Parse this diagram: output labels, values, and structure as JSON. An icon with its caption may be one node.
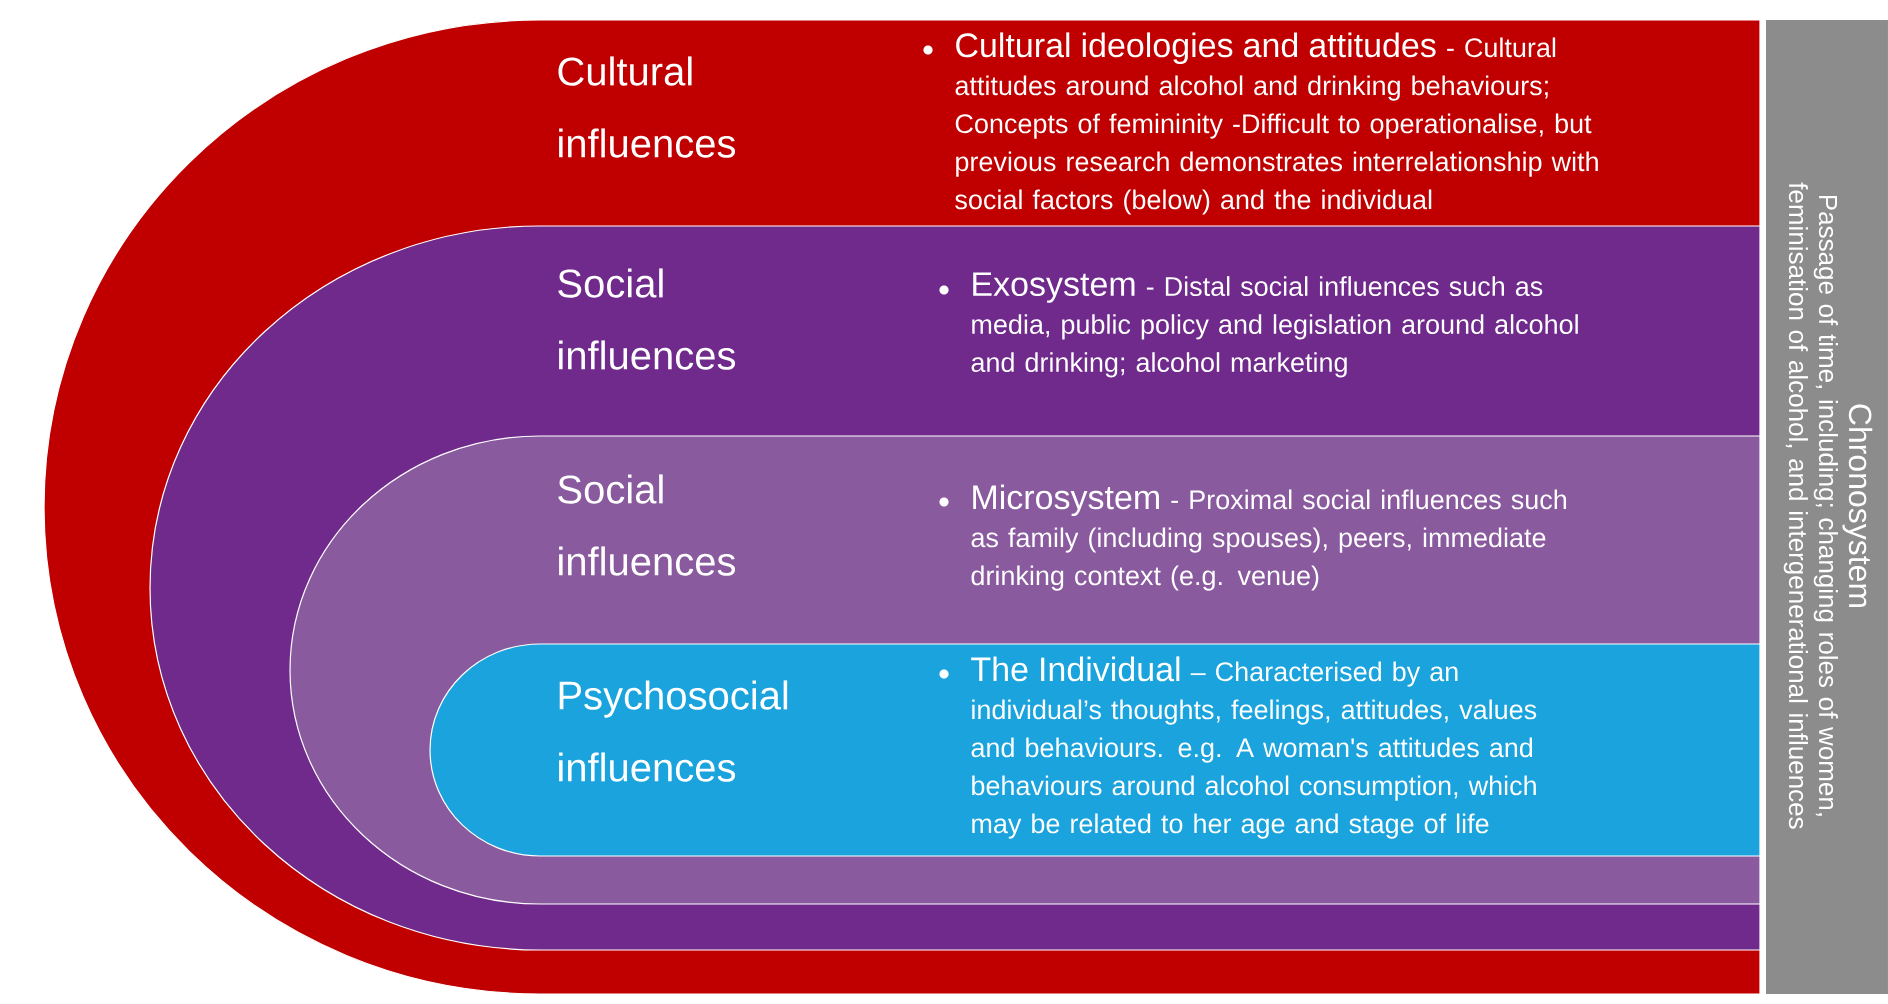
{
  "diagram": {
    "nodes": [
      {
        "text": [
          "Cultural influences",
          "Cultural ideologies and attitudes",
          "- Cultural attitudes around alcohol and drinking behaviours; Concepts of femininity -Difficult to operationalise, but previous research demonstrates interrelationship with social factors (below) and the individual"
        ]
      },
      {
        "text": [
          "Social influences",
          "Exosystem",
          "- Distal social influences such as media, public policy and legislation around alcohol and drinking; alcohol marketing"
        ],
        "in": 0
      },
      {
        "text": [
          "Social influences",
          "Microsystem",
          "- Proximal social influences such as family (including spouses), peers, immediate drinking context (e.g. venue)"
        ],
        "in": 1
      },
      {
        "text": [
          "Psychosocial influences",
          "The Individual",
          "– Characterised by an individual’s thoughts, feelings, attitudes, values and behaviours. e.g. A woman's attitudes and behaviours around alcohol consumption, which may be related to her age and stage of life"
        ],
        "in": 2
      },
      {
        "text": [
          "Chronosystem",
          "Passage of time, including; changing roles of women, feminisation of alcohol, and intergenerational influences"
        ]
      }
    ]
  }
}
